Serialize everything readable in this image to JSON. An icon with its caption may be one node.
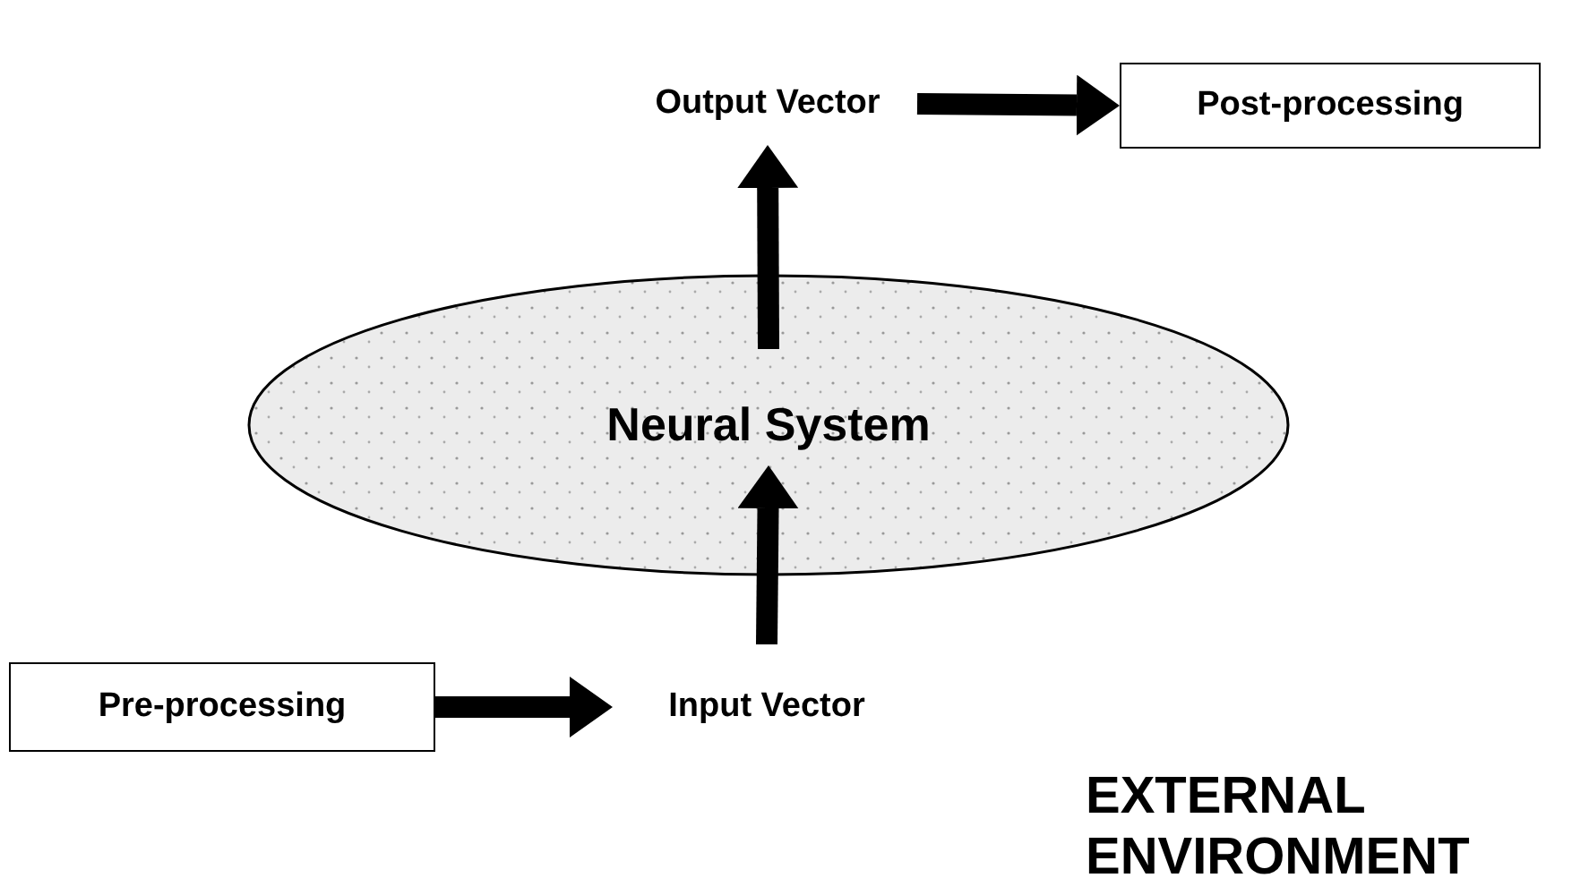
{
  "diagram": {
    "nodes": [
      {
        "text": [
          "Output Vector"
        ]
      },
      {
        "text": [
          "Post-processing"
        ]
      },
      {
        "text": [
          "Neural System"
        ]
      },
      {
        "text": [
          "Pre-processing"
        ]
      },
      {
        "text": [
          "Input Vector"
        ]
      }
    ],
    "edges": [
      {
        "from": 0,
        "to": 1,
        "arrow": "to"
      },
      {
        "from": 2,
        "to": 0,
        "arrow": "to"
      },
      {
        "from": 3,
        "to": 4,
        "arrow": "to"
      },
      {
        "from": 4,
        "to": 2,
        "arrow": "to"
      }
    ],
    "labels": [
      "EXTERNAL ENVIRONMENT"
    ]
  }
}
